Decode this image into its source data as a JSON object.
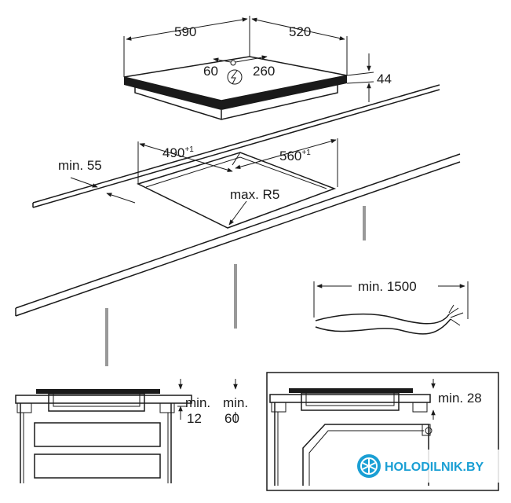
{
  "hob_dimensions": {
    "width": "590",
    "depth": "520",
    "height": "44",
    "connection_left": "60",
    "connection_right": "260"
  },
  "cutout": {
    "width_value": "490",
    "width_tolerance": "+1",
    "depth_value": "560",
    "depth_tolerance": "+1",
    "edge_distance": "min. 55",
    "corner_radius": "max. R5"
  },
  "cable": {
    "length": "min. 1500"
  },
  "section_a": {
    "label_left_top": "min.",
    "label_left_bottom": "12",
    "label_right_top": "min.",
    "label_right_bottom": "60"
  },
  "section_b": {
    "label": "min. 28"
  },
  "watermark": {
    "text": "HOLODILNIK.BY",
    "accent_color": "#1a9fd4"
  },
  "icons": {
    "power": "lightning-bolt-icon",
    "logo": "snowflake-icon"
  }
}
